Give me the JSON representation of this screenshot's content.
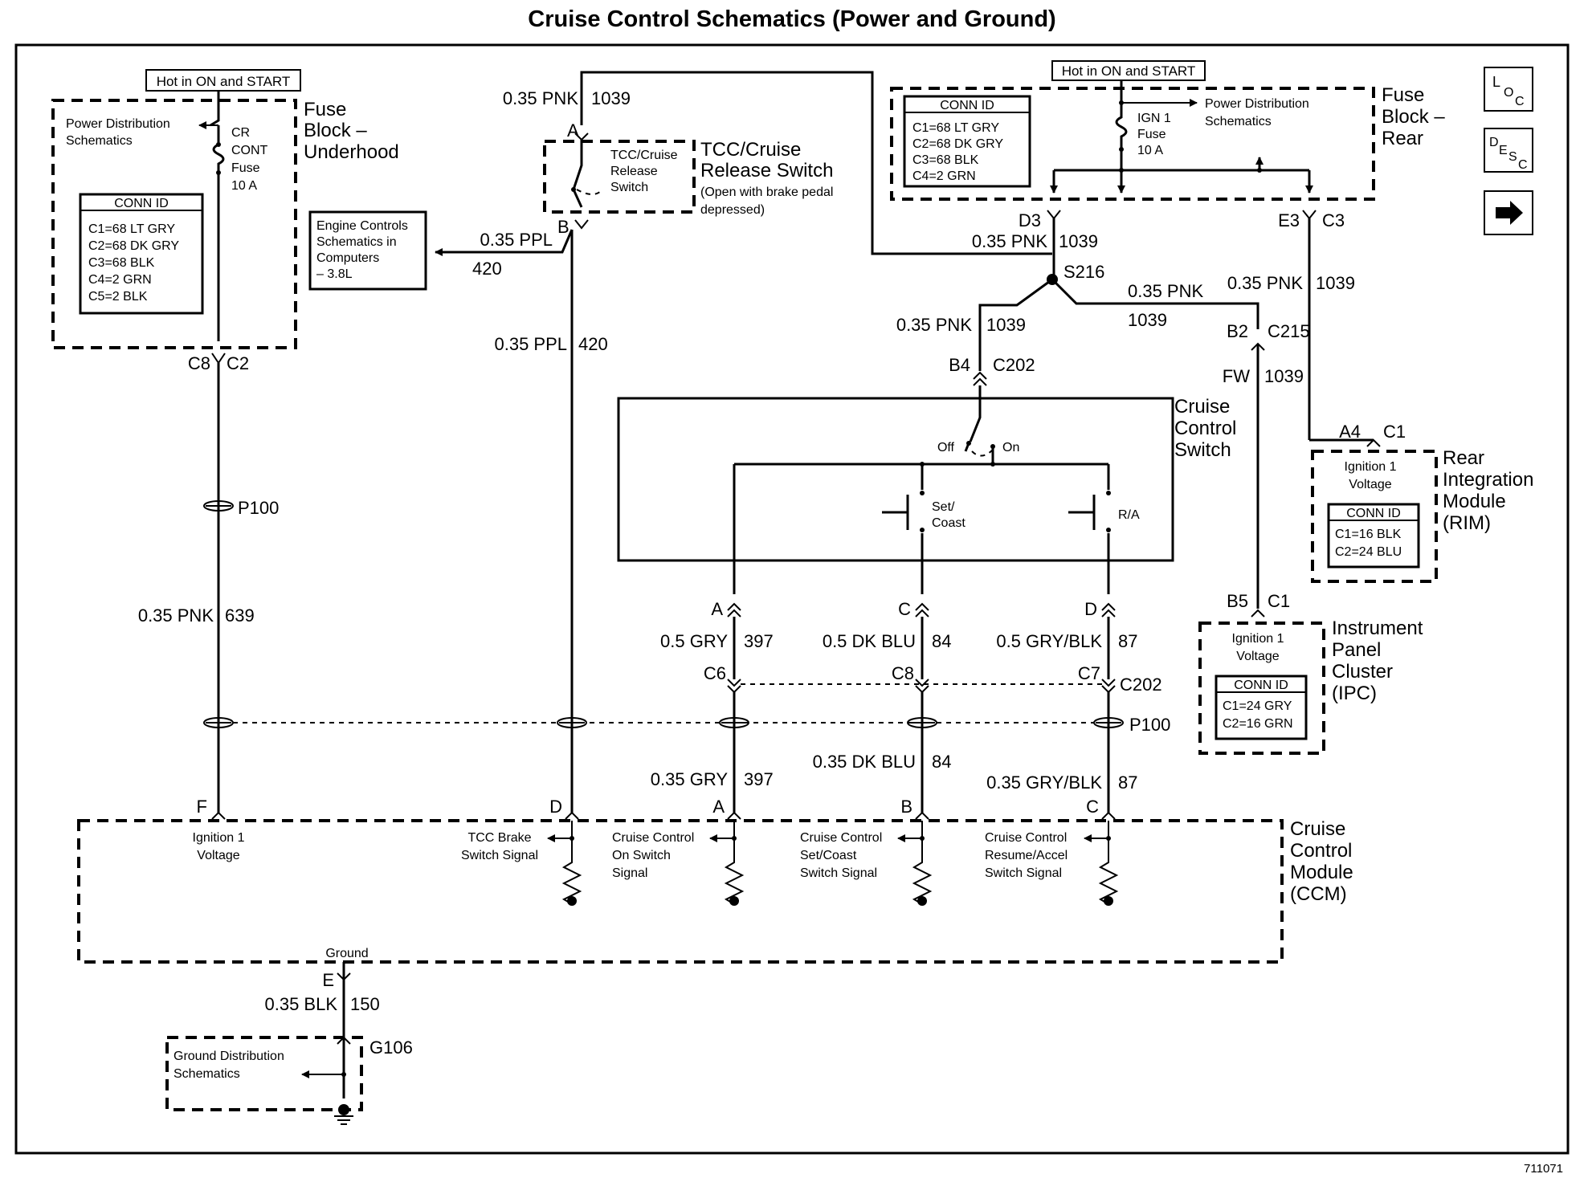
{
  "title": "Cruise Control Schematics (Power and Ground)",
  "figure_id": "711071",
  "nav": {
    "loc_icon": "loc-icon",
    "desc_icon": "desc-icon",
    "next_icon": "right-arrow-icon"
  },
  "left_fuse": {
    "hot_label": "Hot in ON and START",
    "block_name": [
      "Fuse",
      "Block –",
      "Underhood"
    ],
    "power_dist": [
      "Power Distribution",
      "Schematics"
    ],
    "fuse_label": [
      "CR",
      "CONT",
      "Fuse",
      "10 A"
    ],
    "conn_title": "CONN ID",
    "conn_rows": [
      "C1=68 LT GRY",
      "C2=68 DK GRY",
      "C3=68 BLK",
      "C4=2 GRN",
      "C5=2 BLK"
    ],
    "pin_a": "C8",
    "pin_b": "C2"
  },
  "engine_box": [
    "Engine Controls",
    "Schematics in",
    "Computers",
    "– 3.8L"
  ],
  "tcc_switch": {
    "inner": [
      "TCC/Cruise",
      "Release",
      "Switch"
    ],
    "name": [
      "TCC/Cruise",
      "Release Switch"
    ],
    "note": [
      "(Open with brake pedal",
      "depressed)"
    ],
    "pin_top": "A",
    "pin_bottom": "B"
  },
  "right_fuse": {
    "hot_label": "Hot in ON and START",
    "block_name": [
      "Fuse",
      "Block –",
      "Rear"
    ],
    "conn_title": "CONN ID",
    "conn_rows": [
      "C1=68 LT GRY",
      "C2=68 DK GRY",
      "C3=68 BLK",
      "C4=2 GRN"
    ],
    "fuse_label": [
      "IGN 1",
      "Fuse",
      "10 A"
    ],
    "power_dist": [
      "Power Distribution",
      "Schematics"
    ],
    "pin_d3": "D3",
    "pin_e3": "E3",
    "pin_c3": "C3"
  },
  "wires": {
    "pnk1039_top_gauge": "0.35 PNK",
    "pnk1039_top_num": "1039",
    "ppl420_gauge": "0.35 PPL",
    "ppl420_num": "420",
    "ppl420_v_gauge": "0.35 PPL",
    "ppl420_v_num": "420",
    "d3_gauge": "0.35 PNK",
    "d3_num": "1039",
    "splice": "S216",
    "left_gauge": "0.35 PNK",
    "left_num": "1039",
    "right_gauge": "0.35 PNK",
    "right_num": "1039",
    "rear_gauge": "0.35 PNK",
    "rear_num": "1039",
    "fw_gauge": "FW",
    "fw_num": "1039",
    "pnk639_gauge": "0.35 PNK",
    "pnk639_num": "639",
    "gry397_gauge": "0.5 GRY",
    "gry397_num": "397",
    "dkblu84_gauge": "0.5 DK BLU",
    "dkblu84_num": "84",
    "grybl87_gauge": "0.5 GRY/BLK",
    "grybl87_num": "87",
    "gry397b_gauge": "0.35 GRY",
    "gry397b_num": "397",
    "dkblu84b_gauge": "0.35 DK BLU",
    "dkblu84b_num": "84",
    "grybl87b_gauge": "0.35 GRY/BLK",
    "grybl87b_num": "87",
    "blk150_gauge": "0.35 BLK",
    "blk150_num": "150"
  },
  "connectors": {
    "b4": "B4",
    "c202": "C202",
    "b2": "B2",
    "c215": "C215",
    "a4": "A4",
    "c1_rim": "C1",
    "b5": "B5",
    "c1_ipc": "C1",
    "p100_top": "P100",
    "p100_bottom": "P100",
    "pin_a": "A",
    "pin_c": "C",
    "pin_d": "D",
    "c6": "C6",
    "c8": "C8",
    "c7": "C7",
    "c202_b": "C202",
    "ccm_f": "F",
    "ccm_d": "D",
    "ccm_a": "A",
    "ccm_b": "B",
    "ccm_c": "C",
    "ccm_e": "E",
    "g106": "G106"
  },
  "cruise_switch": {
    "name": [
      "Cruise",
      "Control",
      "Switch"
    ],
    "off": "Off",
    "on": "On",
    "set_coast": [
      "Set/",
      "Coast"
    ],
    "ra": "R/A"
  },
  "rim": {
    "inner": [
      "Ignition 1",
      "Voltage"
    ],
    "conn_title": "CONN ID",
    "conn_rows": [
      "C1=16 BLK",
      "C2=24 BLU"
    ],
    "name": [
      "Rear",
      "Integration",
      "Module",
      "(RIM)"
    ]
  },
  "ipc": {
    "inner": [
      "Ignition 1",
      "Voltage"
    ],
    "conn_title": "CONN ID",
    "conn_rows": [
      "C1=24 GRY",
      "C2=16 GRN"
    ],
    "name": [
      "Instrument",
      "Panel",
      "Cluster",
      "(IPC)"
    ]
  },
  "ccm": {
    "name": [
      "Cruise",
      "Control",
      "Module",
      "(CCM)"
    ],
    "ign": [
      "Ignition 1",
      "Voltage"
    ],
    "tcc": [
      "TCC Brake",
      "Switch Signal"
    ],
    "on_sig": [
      "Cruise Control",
      "On Switch",
      "Signal"
    ],
    "set_sig": [
      "Cruise Control",
      "Set/Coast",
      "Switch Signal"
    ],
    "res_sig": [
      "Cruise Control",
      "Resume/Accel",
      "Switch Signal"
    ],
    "ground": "Ground"
  },
  "ground_box": [
    "Ground Distribution",
    "Schematics"
  ]
}
